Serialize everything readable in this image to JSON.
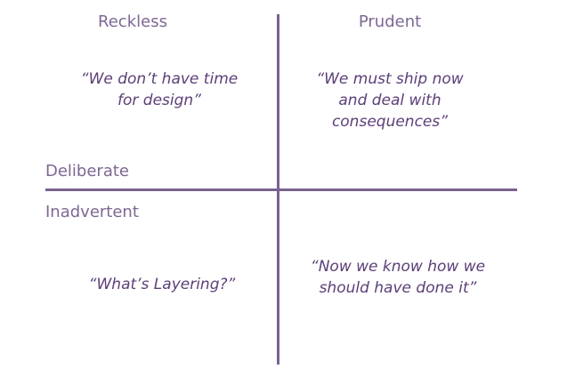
{
  "columns": {
    "left": "Reckless",
    "right": "Prudent"
  },
  "rows": {
    "top": "Deliberate",
    "bottom": "Inadvertent"
  },
  "quadrants": {
    "top_left": "“We don’t have time\nfor design”",
    "top_right": "“We must ship now\nand deal with\nconsequences”",
    "bottom_left": "“What’s Layering?”",
    "bottom_right": "“Now we know how we\nshould have done it”"
  },
  "colors": {
    "axis": "#7a6290",
    "labels": "#7d6893",
    "quotes": "#5b3f78"
  }
}
